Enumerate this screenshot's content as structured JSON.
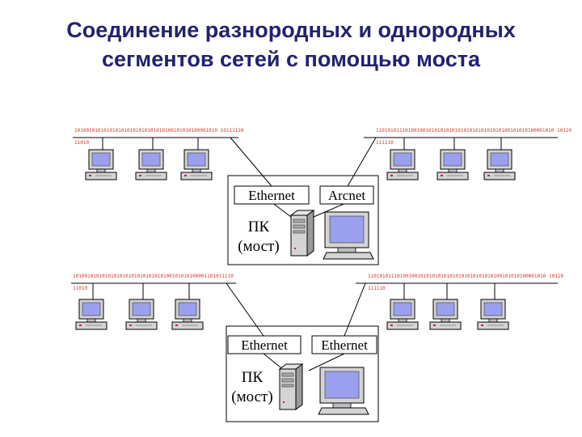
{
  "title": {
    "line1": "Соединение разнородных и однородных",
    "line2": "сегментов сетей с помощью моста"
  },
  "diagrams": [
    {
      "left_bits_1": "1010010101010101010101010101010100101010100001010 10111110",
      "left_bits_2": "11010",
      "right_bits_1": "1101010111010010010101010101010101010101010100101010100001010 10110",
      "right_bits_2": "111110",
      "port_left": "Ethernet",
      "port_right": "Arcnet",
      "bridge_line1": "ПК",
      "bridge_line2": "(мост)"
    },
    {
      "left_bits_1": "1010010101010101010101010101010100101010100001101011110",
      "left_bits_2": "11010",
      "right_bits_1": "1101010111010010010101010101010101010101010100101010100001010 10110",
      "right_bits_2": "111110",
      "port_left": "Ethernet",
      "port_right": "Ethernet",
      "bridge_line1": "ПК",
      "bridge_line2": "(мост)"
    }
  ],
  "colors": {
    "title": "#22226e",
    "bits": "#d23a2a",
    "screen": "#9aa0ee",
    "case": "#d4d4d4"
  }
}
